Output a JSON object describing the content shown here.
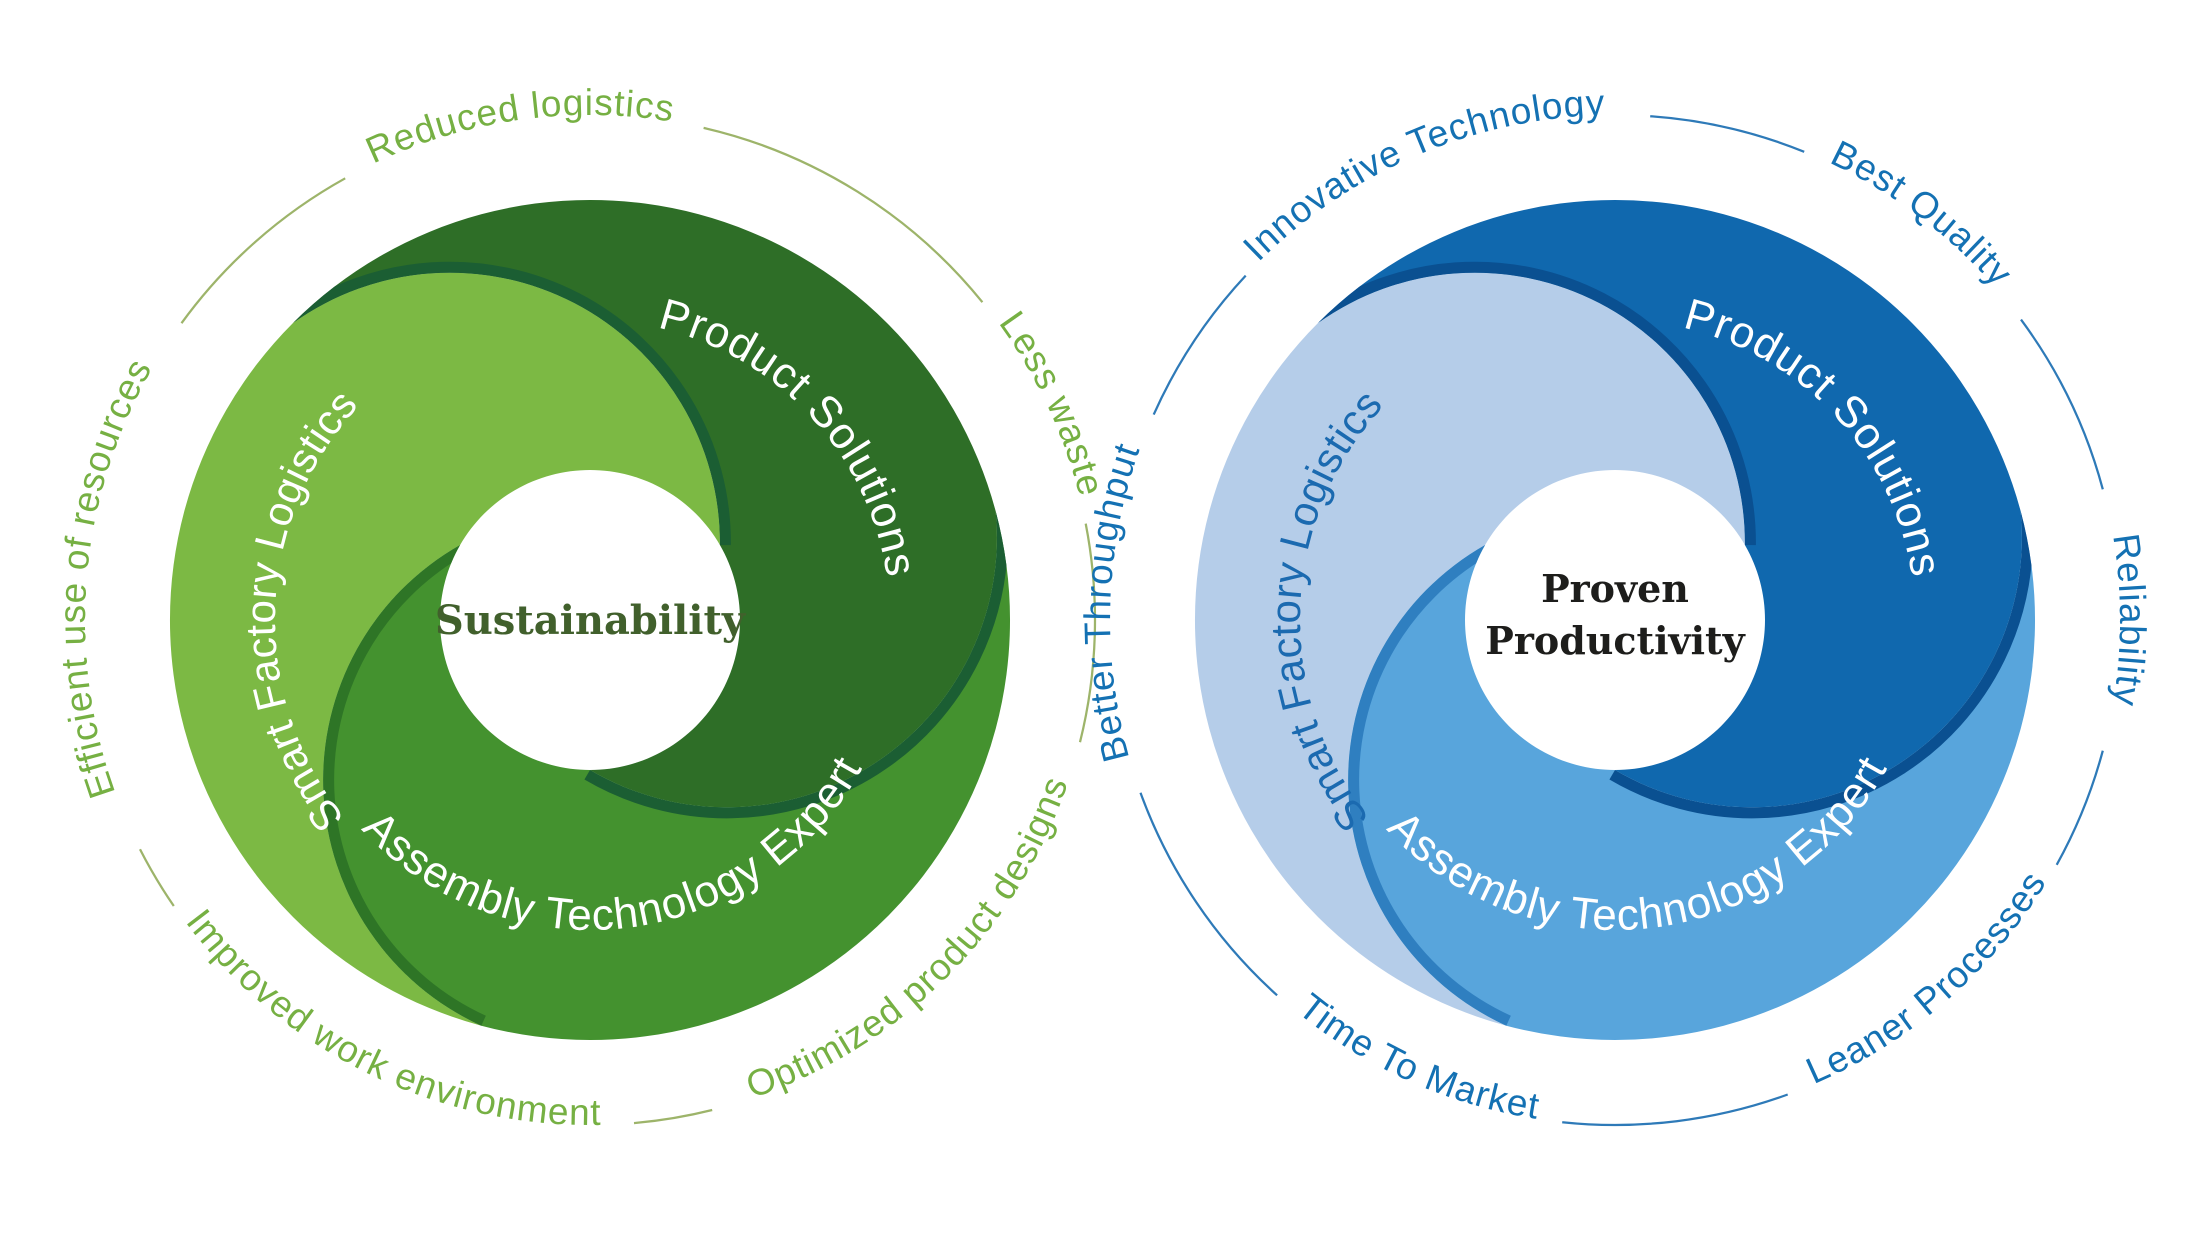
{
  "left_diagram": {
    "center_label": "Sustainability",
    "center_color": "#41602c",
    "segments": {
      "product": {
        "label": "Product Solutions",
        "color": "#2e6e27"
      },
      "smart": {
        "label": "Smart Factory Logistics",
        "color": "#7cb944"
      },
      "assembly": {
        "label": "Assembly Technology Expert",
        "color": "#44922f"
      }
    },
    "segment_label_color": "#ffffff",
    "smart_label_color": "#ffffff",
    "shadow_color": "#1b5e33",
    "shadow_light_color": "#2e7526",
    "outer_label_color": "#76b043",
    "line_color": "#9db46a",
    "outer_labels": {
      "efficient": "Efficient use of resources",
      "reduced": "Reduced logistics",
      "less_waste": "Less waste",
      "optimized": "Optimized product designs",
      "improved": "Improved work environment"
    }
  },
  "right_diagram": {
    "center_label_line1": "Proven",
    "center_label_line2": "Productivity",
    "center_color": "#1d1d1b",
    "segments": {
      "product": {
        "label": "Product Solutions",
        "color": "#1068ae"
      },
      "smart": {
        "label": "Smart Factory Logistics",
        "color": "#b5cde9"
      },
      "assembly": {
        "label": "Assembly Technology Expert",
        "color": "#58a5dc"
      }
    },
    "segment_label_color": "#ffffff",
    "smart_label_color": "#1b6ab0",
    "shadow_color": "#0a5091",
    "shadow_light_color": "#2f7fc0",
    "outer_label_color": "#1471b3",
    "line_color": "#2e7ab8",
    "outer_labels": {
      "better": "Better Throughput",
      "innovative": "Innovative Technology",
      "best": "Best Quality",
      "reliability": "Reliability",
      "leaner": "Leaner Processes",
      "time": "Time To Market"
    }
  }
}
